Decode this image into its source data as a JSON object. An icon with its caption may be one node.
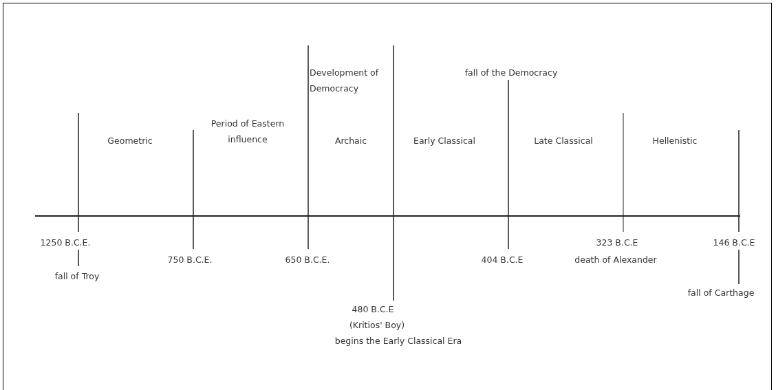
{
  "diagram": {
    "labels": [
      "Development of Democracy",
      "fall of the Democracy",
      "Period of Eastern influence",
      "Geometric",
      "Archaic",
      "Early Classical",
      "Late Classical",
      "Hellenistic",
      "1250 B.C.E.",
      "323 B.C.E",
      "146 B.C.E",
      "750 B.C.E.",
      "650 B.C.E.",
      "404 B.C.E",
      "death of Alexander",
      "fall of Troy",
      "fall of Carthage",
      "480 B.C.E",
      "(Kritios' Boy)",
      "begins the Early Classical Era"
    ]
  }
}
